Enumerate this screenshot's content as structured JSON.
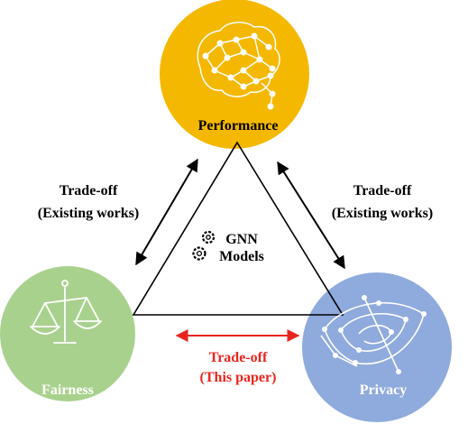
{
  "nodes": {
    "performance": {
      "label": "Performance",
      "color": "#F5B800",
      "icon": "brain-network-icon"
    },
    "fairness": {
      "label": "Fairness",
      "color": "#A9D18E",
      "icon": "balance-scale-icon"
    },
    "privacy": {
      "label": "Privacy",
      "color": "#8FAADC",
      "icon": "fingerprint-network-icon"
    }
  },
  "center": {
    "line1": "GNN",
    "line2": "Models",
    "icon": "gears-icon"
  },
  "tradeoffs": {
    "left": {
      "line1": "Trade-off",
      "line2": "(Existing works)",
      "color": "#000000"
    },
    "right": {
      "line1": "Trade-off",
      "line2": "(Existing works)",
      "color": "#000000"
    },
    "bottom": {
      "line1": "Trade-off",
      "line2": "(This paper)",
      "color": "#E8261E"
    }
  }
}
